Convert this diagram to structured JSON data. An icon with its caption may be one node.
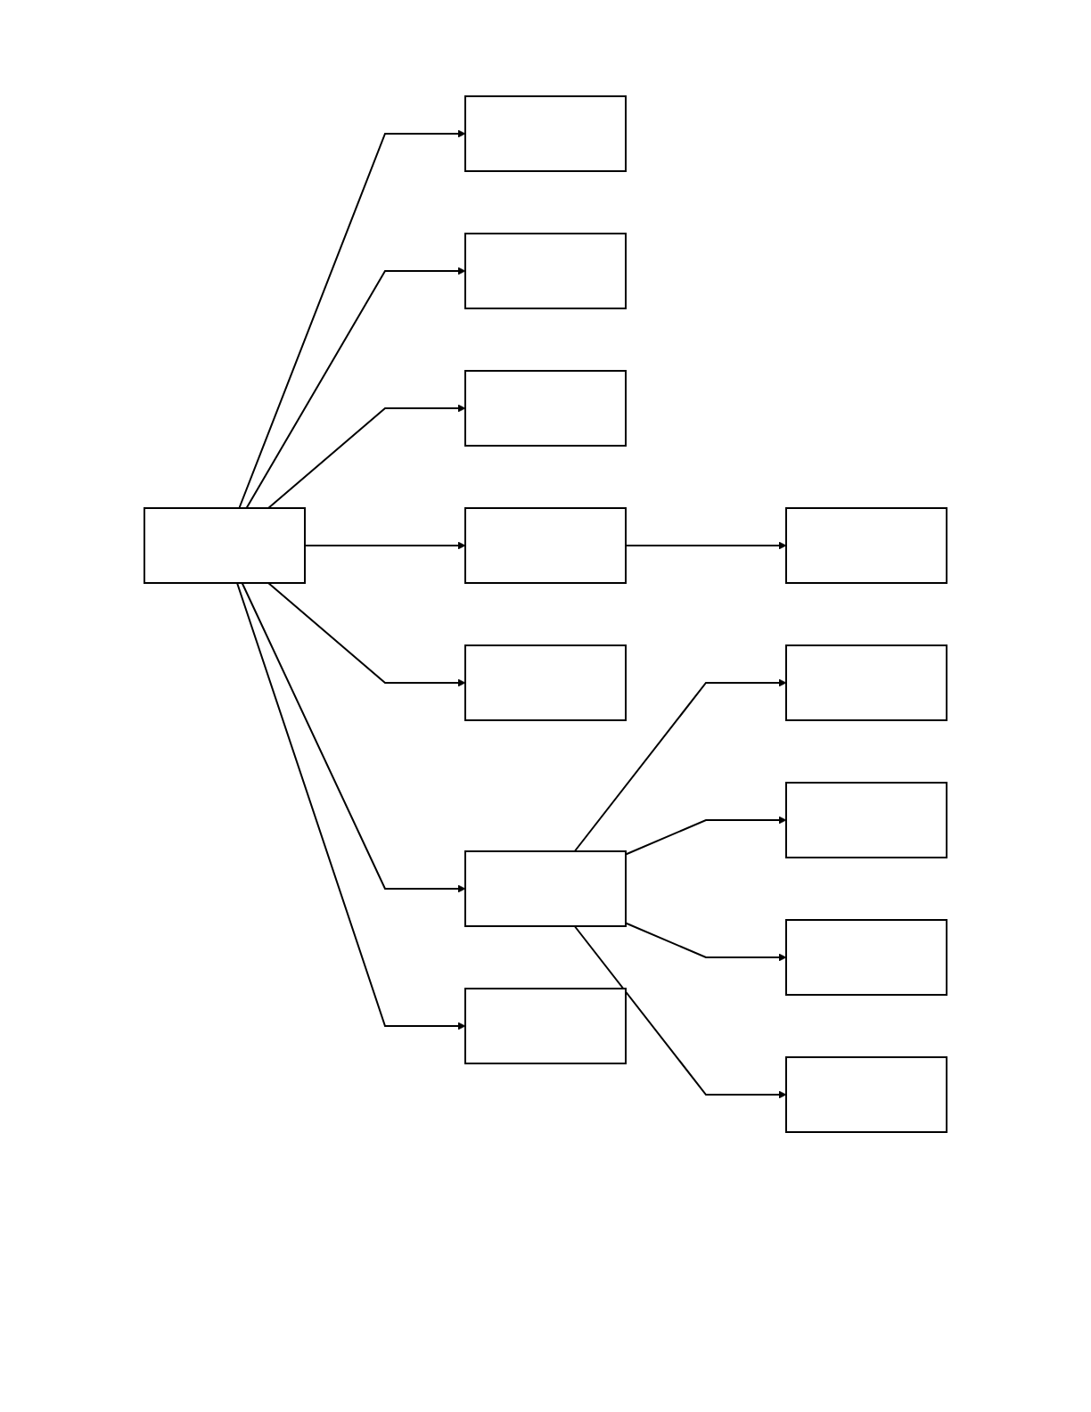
{
  "diagram": {
    "nodes": [
      {
        "text": [],
        "shape": "box"
      },
      {
        "text": [],
        "shape": "box"
      },
      {
        "text": [],
        "shape": "box"
      },
      {
        "text": [],
        "shape": "box"
      },
      {
        "text": [],
        "shape": "box"
      },
      {
        "text": [],
        "shape": "box"
      },
      {
        "text": [],
        "shape": "box"
      },
      {
        "text": [],
        "shape": "box"
      },
      {
        "text": [],
        "shape": "box"
      },
      {
        "text": [],
        "shape": "box"
      },
      {
        "text": [],
        "shape": "box"
      },
      {
        "text": [],
        "shape": "box"
      },
      {
        "text": [],
        "shape": "box"
      }
    ],
    "edges": [
      {
        "from": 3,
        "to": 1,
        "arrow": "to"
      },
      {
        "from": 3,
        "to": 2,
        "arrow": "to"
      },
      {
        "from": 3,
        "to": 0,
        "arrow": "to"
      },
      {
        "from": 3,
        "to": 4,
        "arrow": "to"
      },
      {
        "from": 3,
        "to": 8,
        "arrow": "to"
      },
      {
        "from": 3,
        "to": 10,
        "arrow": "to"
      },
      {
        "from": 3,
        "to": 7,
        "arrow": "to"
      },
      {
        "from": 4,
        "to": 5,
        "arrow": "to"
      },
      {
        "from": 8,
        "to": 6,
        "arrow": "to"
      },
      {
        "from": 8,
        "to": 9,
        "arrow": "to"
      },
      {
        "from": 8,
        "to": 11,
        "arrow": "to"
      },
      {
        "from": 8,
        "to": 12,
        "arrow": "to"
      }
    ]
  }
}
